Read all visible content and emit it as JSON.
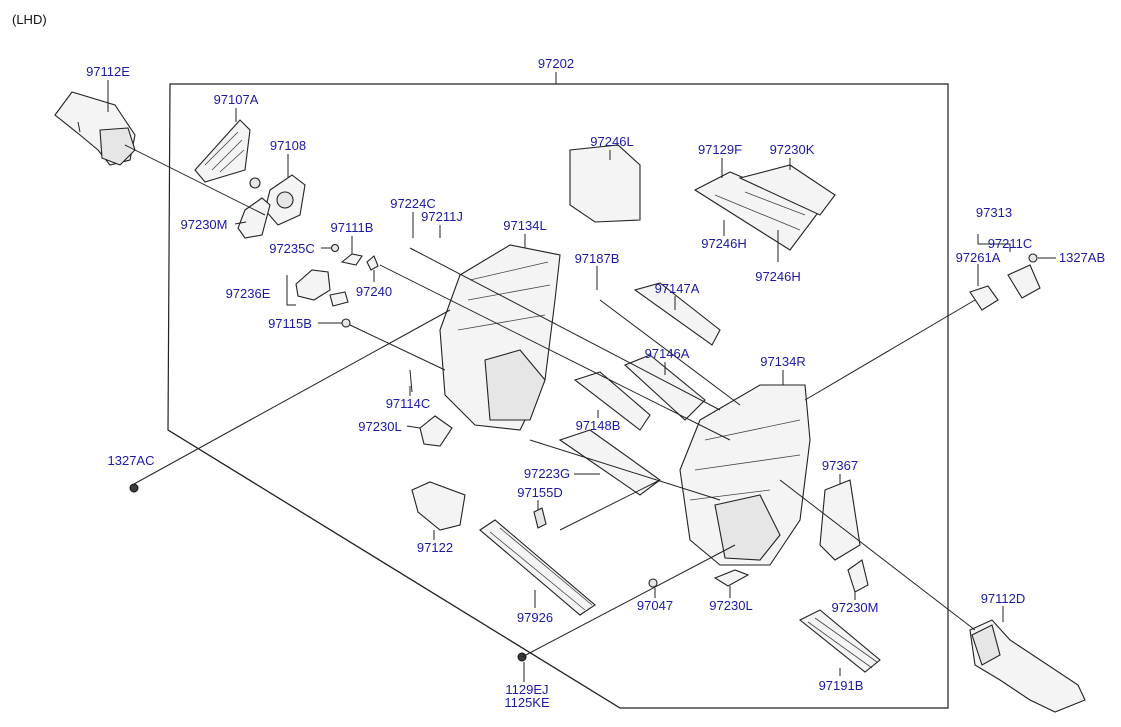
{
  "header": {
    "variant": "(LHD)"
  },
  "labels": {
    "p97202": "97202",
    "p97112E": "97112E",
    "p97107A": "97107A",
    "p97108": "97108",
    "p97230M_a": "97230M",
    "p97235C": "97235C",
    "p97111B": "97111B",
    "p97236E": "97236E",
    "p97240": "97240",
    "p97115B": "97115B",
    "p97224C": "97224C",
    "p97211J": "97211J",
    "p97134L": "97134L",
    "p97246L": "97246L",
    "p97129F": "97129F",
    "p97230K": "97230K",
    "p97246H_a": "97246H",
    "p97246H_b": "97246H",
    "p97187B": "97187B",
    "p97147A": "97147A",
    "p97146A": "97146A",
    "p97134R": "97134R",
    "p97313": "97313",
    "p97211C": "97211C",
    "p97261A": "97261A",
    "p1327AB": "1327AB",
    "p97114C": "97114C",
    "p97230L_a": "97230L",
    "p97148B": "97148B",
    "p1327AC": "1327AC",
    "p97223G": "97223G",
    "p97155D": "97155D",
    "p97367": "97367",
    "p97122": "97122",
    "p97926": "97926",
    "p97047": "97047",
    "p97230L_b": "97230L",
    "p97230M_b": "97230M",
    "p97112D": "97112D",
    "p97191B": "97191B",
    "p1129EJ": "1129EJ",
    "p1125KE": "1125KE"
  },
  "colors": {
    "label": "#1a1aa6",
    "line": "#222222",
    "background": "#ffffff"
  }
}
